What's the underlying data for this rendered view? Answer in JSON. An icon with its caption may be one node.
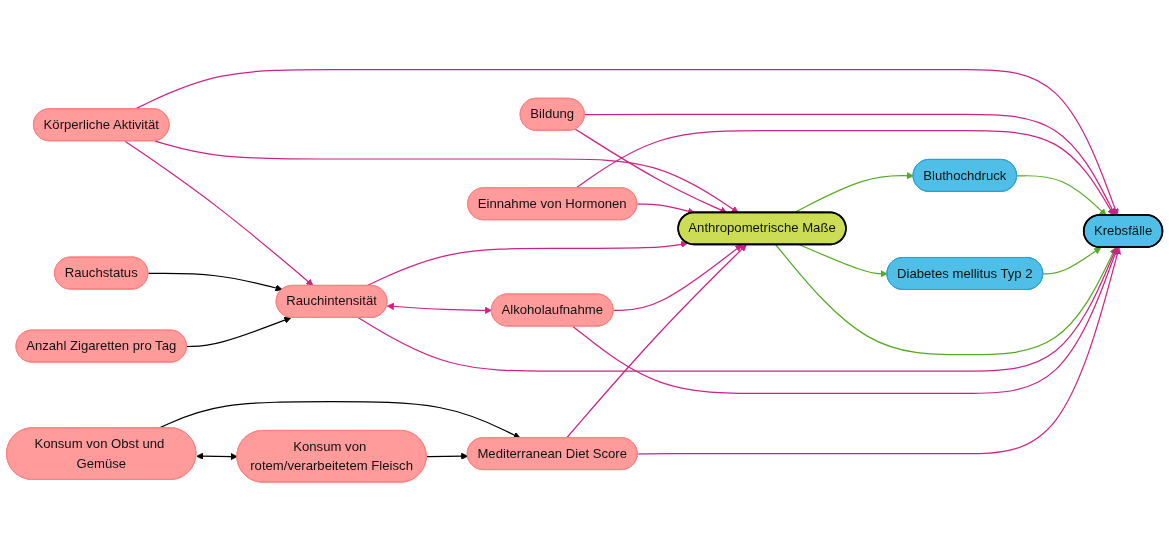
{
  "diagram": {
    "nodes": [
      {
        "text": [
          "Körperliche Aktivität"
        ]
      },
      {
        "text": [
          "Bildung"
        ]
      },
      {
        "text": [
          "Einnahme von Hormonen"
        ]
      },
      {
        "text": [
          "Anthropometrische Maße"
        ]
      },
      {
        "text": [
          "Bluthochdruck"
        ]
      },
      {
        "text": [
          "Diabetes mellitus Typ 2"
        ]
      },
      {
        "text": [
          "Krebsfälle"
        ]
      },
      {
        "text": [
          "Rauchintensität"
        ]
      },
      {
        "text": [
          "Mediterranean Diet Score"
        ]
      },
      {
        "text": [
          "Konsum von Obst und Gemüse"
        ]
      },
      {
        "text": [
          "Alkoholaufnahme"
        ]
      },
      {
        "text": [
          "Rauchstatus"
        ]
      },
      {
        "text": [
          "Anzahl Zigaretten pro Tag"
        ]
      },
      {
        "text": [
          "Konsum von rotem/verarbeitetem Fleisch"
        ]
      }
    ],
    "edges": [
      {
        "from": 0,
        "to": 3,
        "arrow": "to"
      },
      {
        "from": 0,
        "to": 6,
        "arrow": "to"
      },
      {
        "from": 0,
        "to": 7,
        "arrow": "to"
      },
      {
        "from": 1,
        "to": 3,
        "arrow": "to"
      },
      {
        "from": 1,
        "to": 6,
        "arrow": "to"
      },
      {
        "from": 2,
        "to": 3,
        "arrow": "to"
      },
      {
        "from": 2,
        "to": 6,
        "arrow": "to"
      },
      {
        "from": 3,
        "to": 4,
        "arrow": "to",
        "color": "#55aa22"
      },
      {
        "from": 4,
        "to": 6,
        "arrow": "to",
        "color": "#55aa22"
      },
      {
        "from": 3,
        "to": 5,
        "arrow": "to",
        "color": "#55aa22"
      },
      {
        "from": 5,
        "to": 6,
        "arrow": "to",
        "color": "#55aa22"
      },
      {
        "from": 3,
        "to": 6,
        "arrow": "to",
        "color": "#55aa22"
      },
      {
        "from": 7,
        "to": 3,
        "arrow": "to"
      },
      {
        "from": 7,
        "to": 6,
        "arrow": "to"
      },
      {
        "from": 10,
        "to": 3,
        "arrow": "to"
      },
      {
        "from": 10,
        "to": 6,
        "arrow": "to"
      },
      {
        "from": 7,
        "to": 10,
        "arrow": "both"
      },
      {
        "from": 8,
        "to": 3,
        "arrow": "to"
      },
      {
        "from": 8,
        "to": 6,
        "arrow": "to"
      },
      {
        "from": 9,
        "to": 8,
        "arrow": "to",
        "color": "#000000"
      },
      {
        "from": 9,
        "to": 13,
        "arrow": "both",
        "color": "#000000"
      },
      {
        "from": 13,
        "to": 8,
        "arrow": "to",
        "color": "#000000"
      },
      {
        "from": 11,
        "to": 7,
        "arrow": "to",
        "color": "#000000"
      },
      {
        "from": 12,
        "to": 7,
        "arrow": "to",
        "color": "#000000"
      }
    ]
  }
}
